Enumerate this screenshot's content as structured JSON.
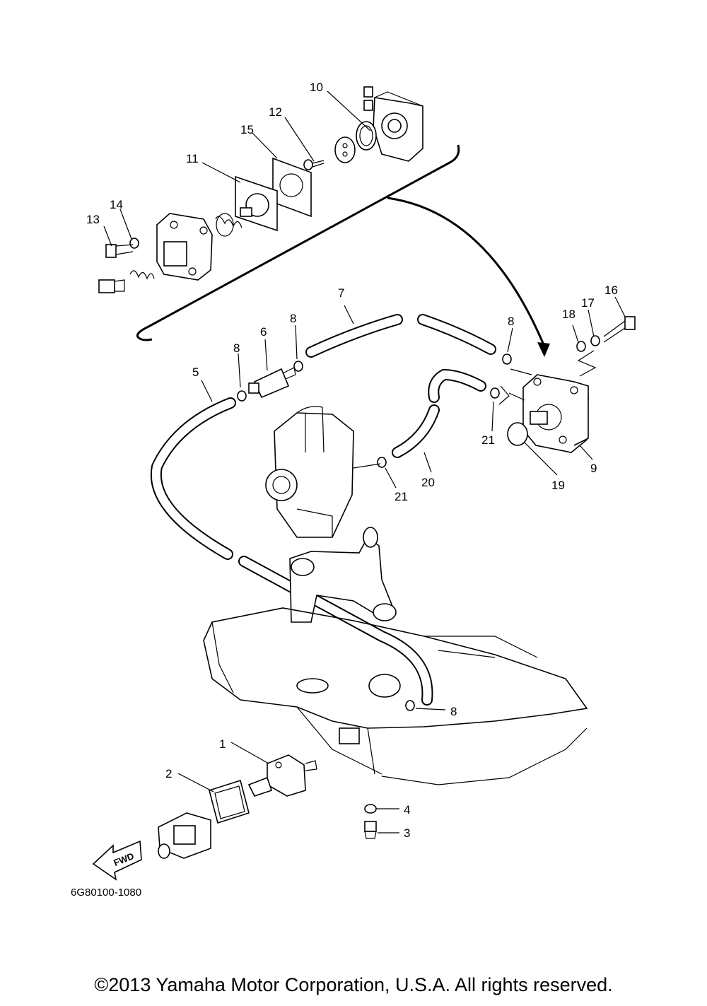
{
  "diagram": {
    "part_number": "6G80100-1080",
    "fwd_label": "FWD",
    "copyright": "©2013 Yamaha Motor Corporation, U.S.A. All rights reserved.",
    "callouts": [
      "1",
      "2",
      "3",
      "4",
      "5",
      "6",
      "7",
      "8",
      "8",
      "8",
      "8",
      "9",
      "10",
      "11",
      "12",
      "13",
      "14",
      "15",
      "16",
      "17",
      "18",
      "19",
      "20",
      "21",
      "21"
    ]
  }
}
